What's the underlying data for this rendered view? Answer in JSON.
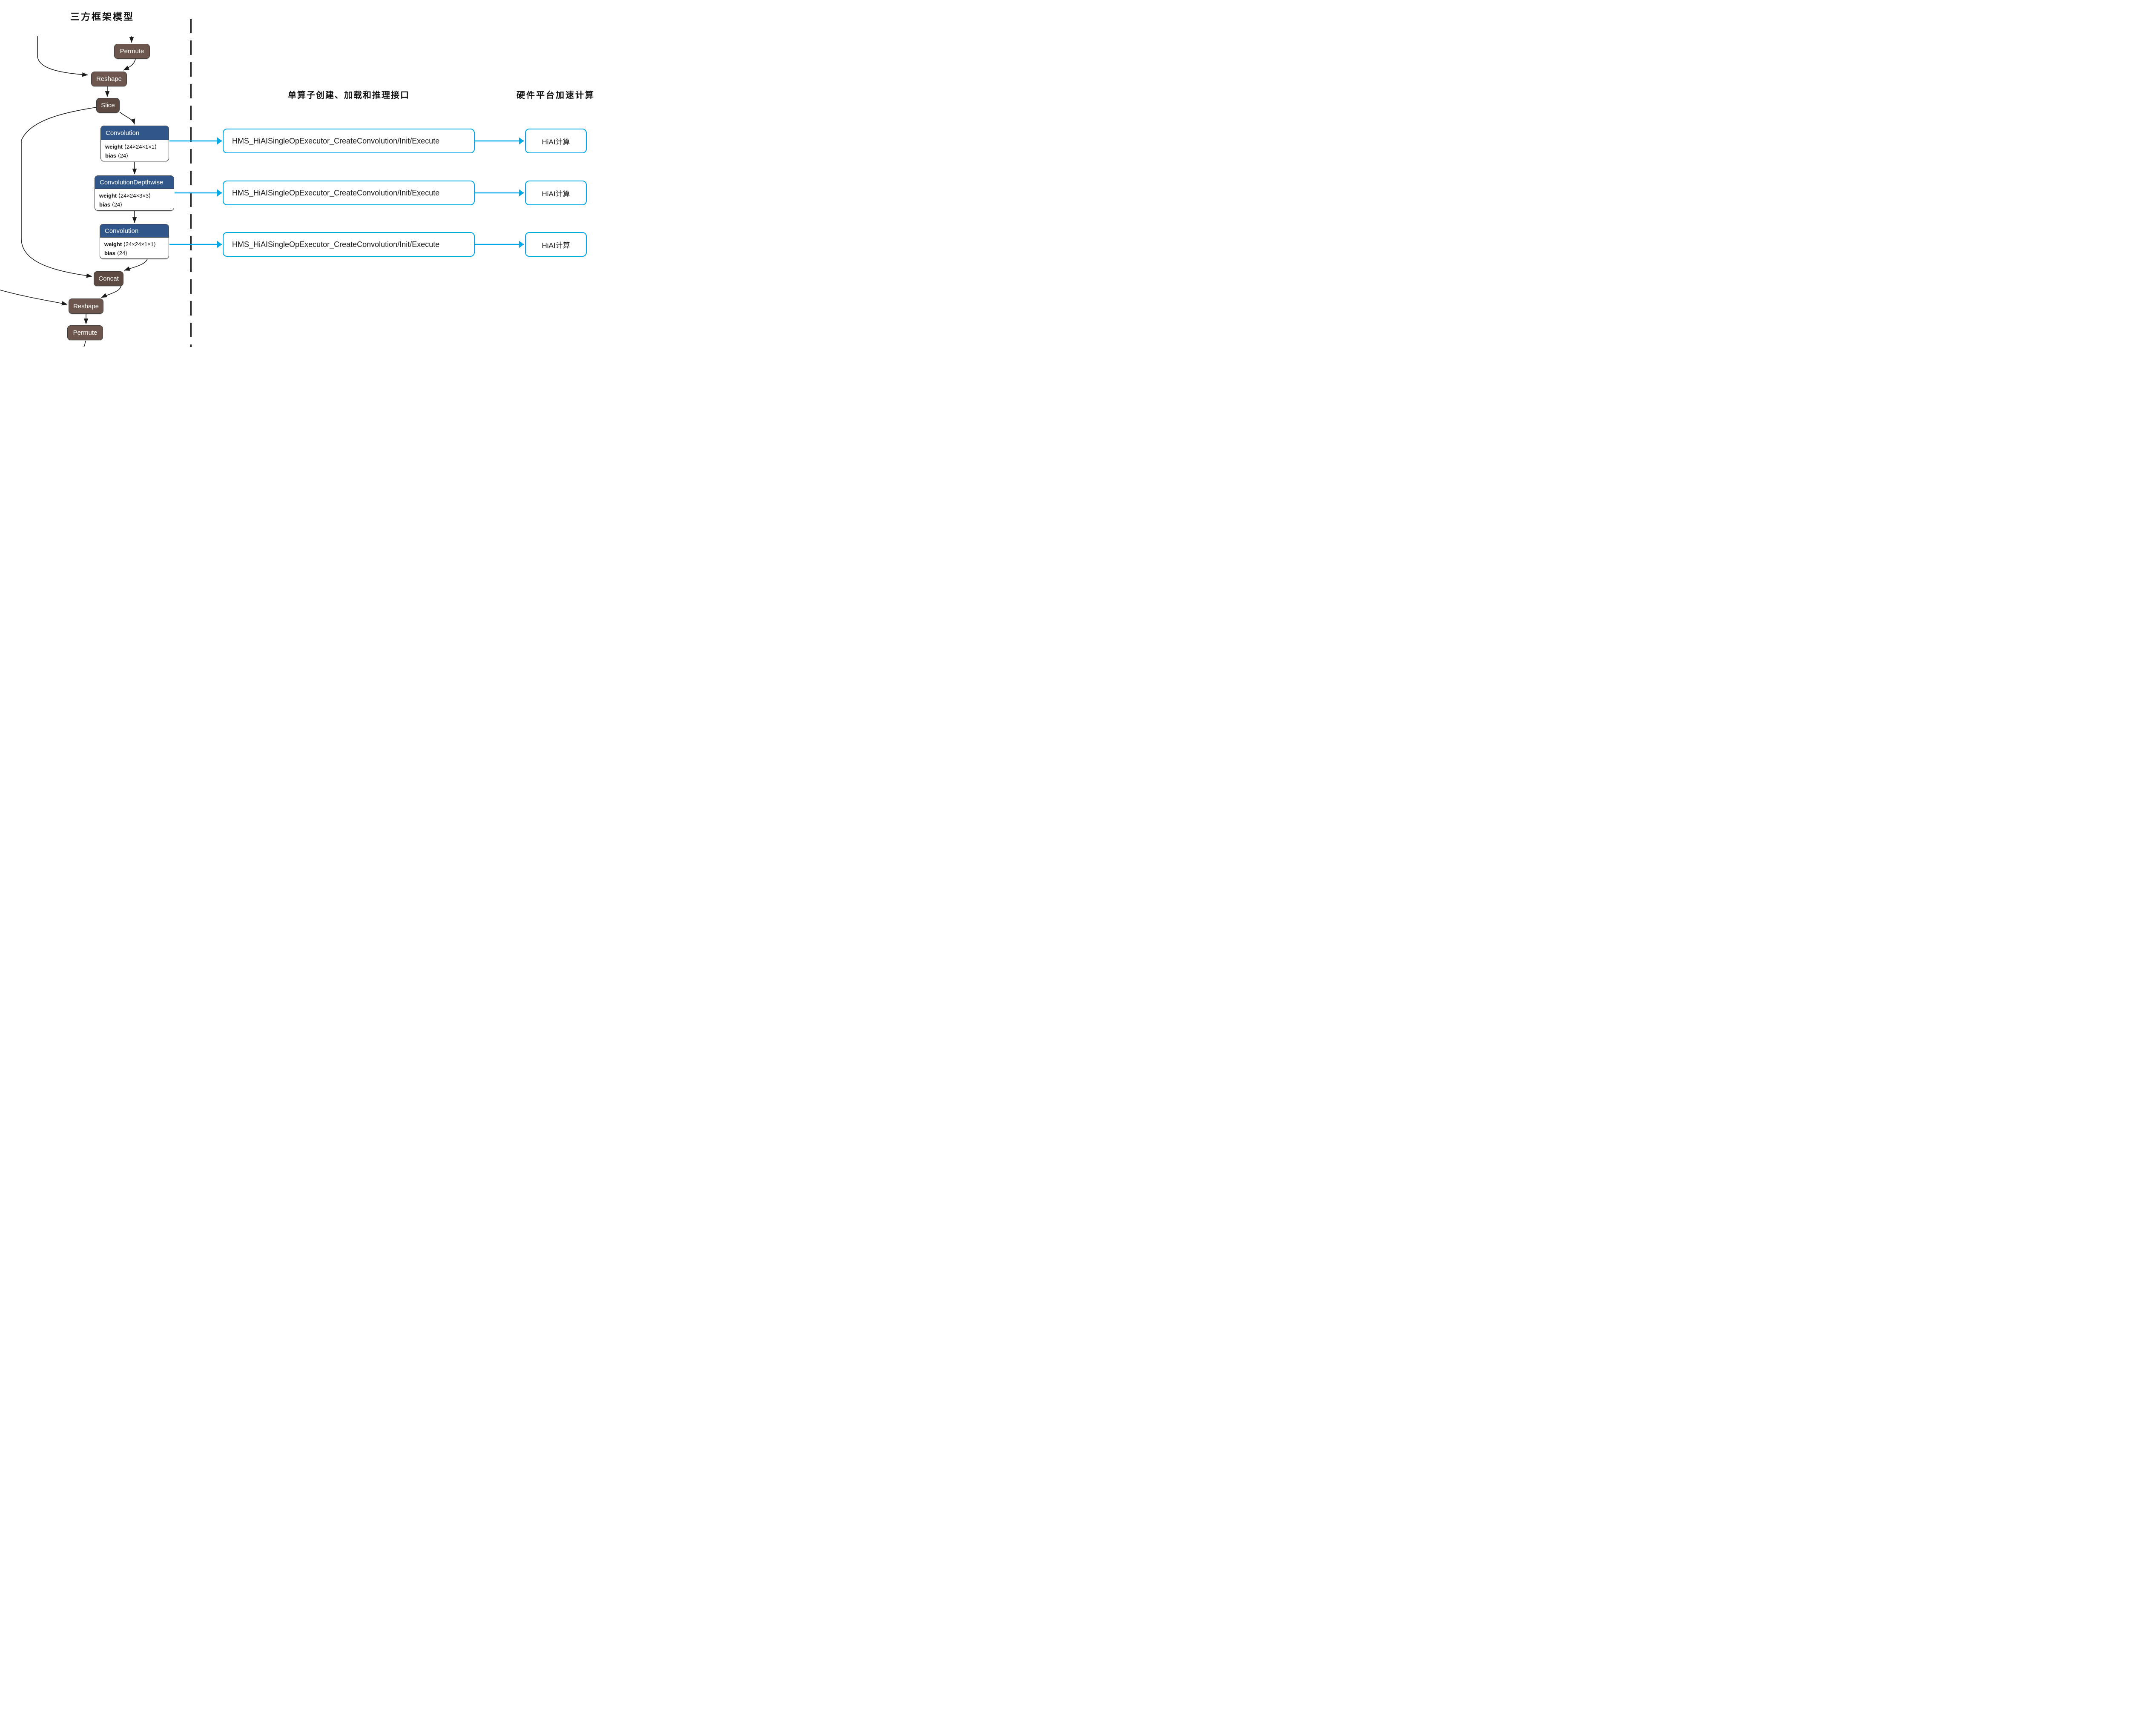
{
  "titles": {
    "left": "三方框架模型",
    "middle": "单算子创建、加载和推理接口",
    "right": "硬件平台加速计算"
  },
  "colors": {
    "accent": "#00A9E8",
    "node_brown": "#6D564E",
    "node_brown_dark": "#5D4A42",
    "header_blue": "#315689",
    "edge": "#1A1A1A"
  },
  "flowchart": {
    "permute_top": {
      "label": "Permute"
    },
    "reshape_top": {
      "label": "Reshape"
    },
    "slice": {
      "label": "Slice"
    },
    "conv_top": {
      "title": "Convolution",
      "params": [
        {
          "name": "weight",
          "value": "⟨24×24×1×1⟩"
        },
        {
          "name": "bias",
          "value": "⟨24⟩"
        }
      ]
    },
    "conv_depthwise": {
      "title": "ConvolutionDepthwise",
      "params": [
        {
          "name": "weight",
          "value": "⟨24×24×3×3⟩"
        },
        {
          "name": "bias",
          "value": "⟨24⟩"
        }
      ]
    },
    "conv_bottom": {
      "title": "Convolution",
      "params": [
        {
          "name": "weight",
          "value": "⟨24×24×1×1⟩"
        },
        {
          "name": "bias",
          "value": "⟨24⟩"
        }
      ]
    },
    "concat": {
      "label": "Concat"
    },
    "reshape_bottom": {
      "label": "Reshape"
    },
    "permute_bottom": {
      "label": "Permute"
    }
  },
  "api_boxes": [
    {
      "label": "HMS_HiAISingleOpExecutor_CreateConvolution/Init/Execute"
    },
    {
      "label": "HMS_HiAISingleOpExecutor_CreateConvolution/Init/Execute"
    },
    {
      "label": "HMS_HiAISingleOpExecutor_CreateConvolution/Init/Execute"
    }
  ],
  "hw_boxes": [
    {
      "label": "HiAI计算"
    },
    {
      "label": "HiAI计算"
    },
    {
      "label": "HiAI计算"
    }
  ]
}
